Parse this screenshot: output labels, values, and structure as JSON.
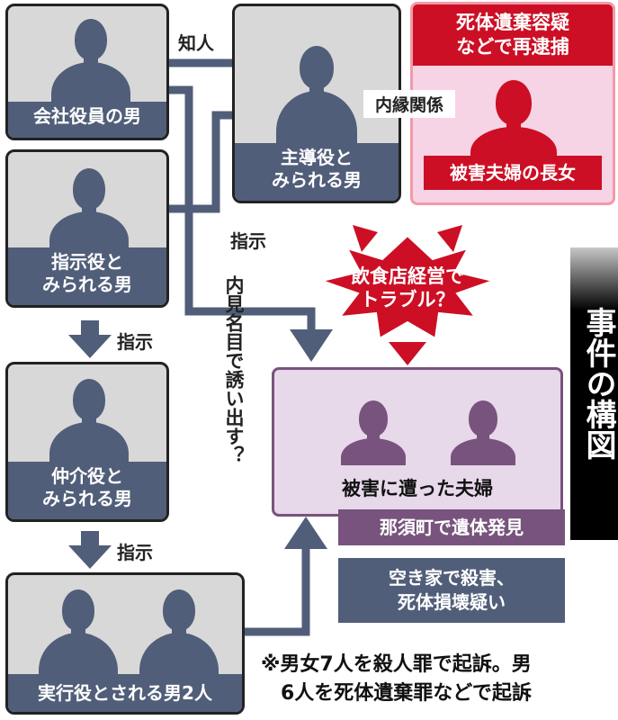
{
  "boxes": {
    "exec_label": "会社役員の男",
    "leader_label": "主導役と\nみられる男",
    "instructor_label": "指示役と\nみられる男",
    "mediator_label": "仲介役と\nみられる男",
    "perpetrators_label": "実行役とされる男2人",
    "daughter_label": "被害夫婦の長女",
    "daughter_status": "死体遺棄容疑\nなどで再逮捕",
    "victims_label": "被害に遭った夫婦",
    "victims_found": "那須町で遺体発見",
    "victims_cause": "空き家で殺害、\n死体損壊疑い"
  },
  "relations": {
    "acquaintance": "知人",
    "kinship": "内縁関係",
    "instruction_leader": "指示",
    "instruction_1": "指示",
    "instruction_2": "指示",
    "lured_vertical": "内見名目で誘い出す？",
    "trouble": "飲食店経営で\nトラブル？"
  },
  "sidebar_title": "事件の構図",
  "footnote_line1": "※男女7人を殺人罪で起訴。男",
  "footnote_line2": "6人を死体遺棄罪などで起訴",
  "colors": {
    "slate": "#515e79",
    "red": "#cc0f25",
    "pink_bg": "#f7d3e6",
    "purple": "#78537d",
    "lavender_bg": "#e7d8ea",
    "gray_bg": "#d8d8d8"
  }
}
